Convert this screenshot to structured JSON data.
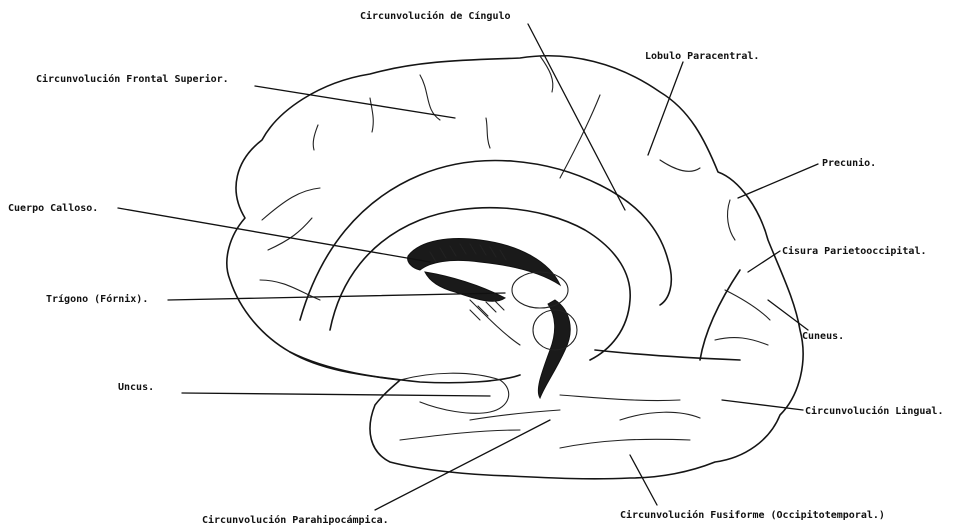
{
  "labels": {
    "cingulo": "Circunvolución de Cíngulo",
    "frontal_superior": "Circunvolución Frontal Superior.",
    "paracentral": "Lobulo Paracentral.",
    "precunio": "Precunio.",
    "cuerpo_calloso": "Cuerpo Calloso.",
    "cisura": "Cisura Parietooccipital.",
    "trigono": "Trígono (Fórnix).",
    "cuneus": "Cuneus.",
    "uncus": "Uncus.",
    "lingual": "Circunvolución Lingual.",
    "parahipocampica": "Circunvolución Parahipocámpica.",
    "fusiforme": "Circunvolución Fusiforme (Occipitotemporal.)"
  }
}
